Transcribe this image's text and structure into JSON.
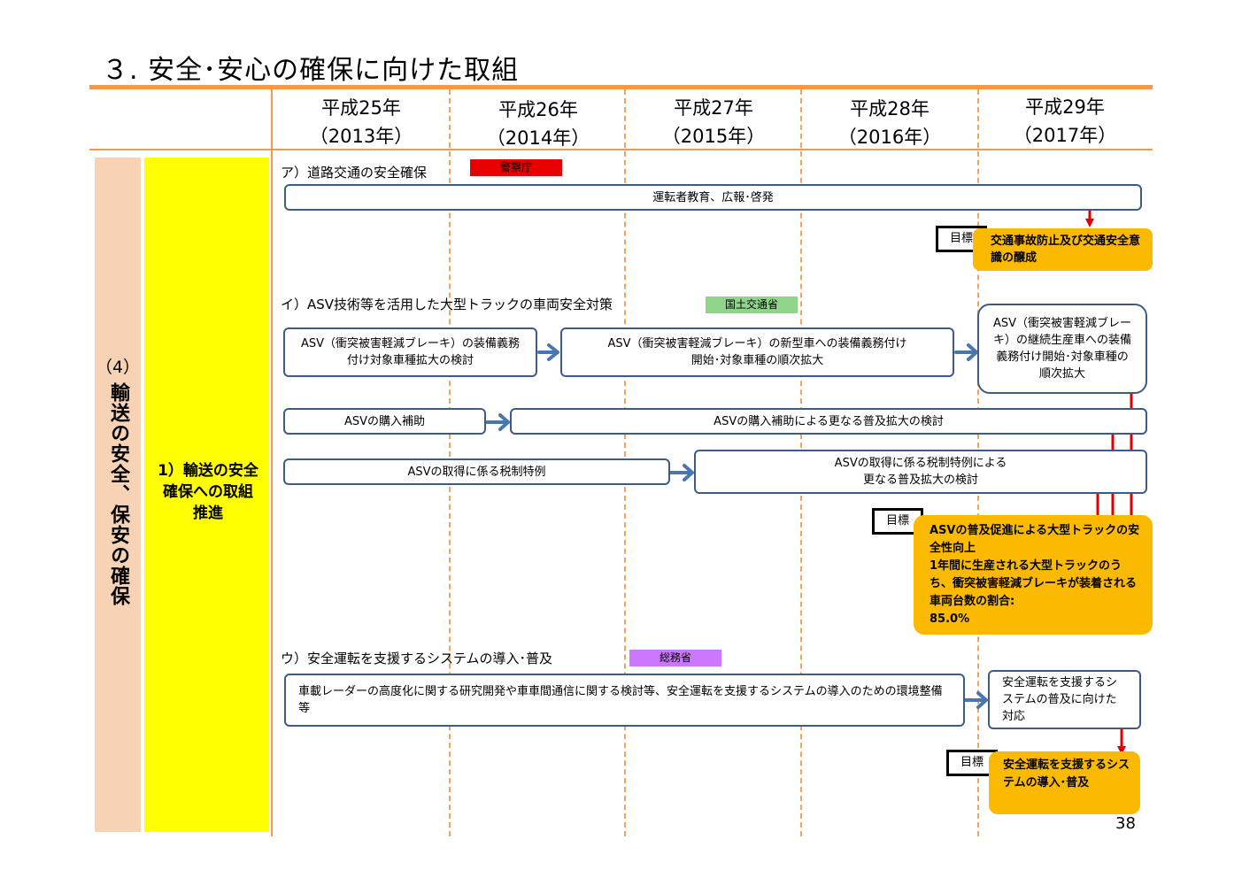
{
  "title": "３. 安全･安心の確保に向けた取組",
  "years": [
    {
      "heisei": "平成25年",
      "western": "（2013年）"
    },
    {
      "heisei": "平成26年",
      "western": "（2014年）"
    },
    {
      "heisei": "平成27年",
      "western": "（2015年）"
    },
    {
      "heisei": "平成28年",
      "western": "（2016年）"
    },
    {
      "heisei": "平成29年",
      "western": "（2017年）"
    }
  ],
  "category": {
    "number": "（4）",
    "name": "輸送の安全、保安の確保"
  },
  "subcategory": "1）輸送の安全確保への取組推進",
  "sections": {
    "a": {
      "heading": "ア）道路交通の安全確保",
      "agency": "警察庁",
      "bar": "運転者教育、広報･啓発",
      "goal_label": "目標",
      "goal": "交通事故防止及び交通安全意識の醸成"
    },
    "i": {
      "heading": "イ）ASV技術等を活用した大型トラックの車両安全対策",
      "agency": "国土交通省",
      "box1": "ASV（衝突被害軽減ブレーキ）の装備義務付け対象車種拡大の検討",
      "box2_line1": "ASV（衝突被害軽減ブレーキ）の新型車への装備義務付け",
      "box2_line2": "開始･対象車種の順次拡大",
      "box3": "ASV（衝突被害軽減ブレーキ）の継続生産車への装備義務付け開始･対象車種の順次拡大",
      "subsidy": "ASVの購入補助",
      "subsidy_next": "ASVの購入補助による更なる普及拡大の検討",
      "tax": "ASVの取得に係る税制特例",
      "tax_next_line1": "ASVの取得に係る税制特例による",
      "tax_next_line2": "更なる普及拡大の検討",
      "goal_label": "目標",
      "goal_lines": [
        "ASVの普及促進による大型トラックの安全性向上",
        "1年間に生産される大型トラックのうち、衝突被害軽減ブレーキが装着される車両台数の割合:",
        "85.0%"
      ]
    },
    "u": {
      "heading": "ウ）安全運転を支援するシステムの導入･普及",
      "agency": "総務省",
      "bar": "車載レーダーの高度化に関する研究開発や車車間通信に関する検討等、安全運転を支援するシステムの導入のための環境整備等",
      "next": "安全運転を支援するシステムの普及に向けた対応",
      "goal_label": "目標",
      "goal": "安全運転を支援するシステムの導入･普及"
    }
  },
  "page_number": "38",
  "colors": {
    "accent_orange": "#f39a4a",
    "category_bg": "#f8d2b4",
    "subcategory_bg": "#ffff00",
    "goal_bg": "#fbb900",
    "box_border": "#3c5c86",
    "arrow_blue": "#4a76b0",
    "arrow_red": "#e00000",
    "badge_police": "#e60000",
    "badge_mlit": "#8fd48a",
    "badge_mic": "#cc77ff"
  }
}
